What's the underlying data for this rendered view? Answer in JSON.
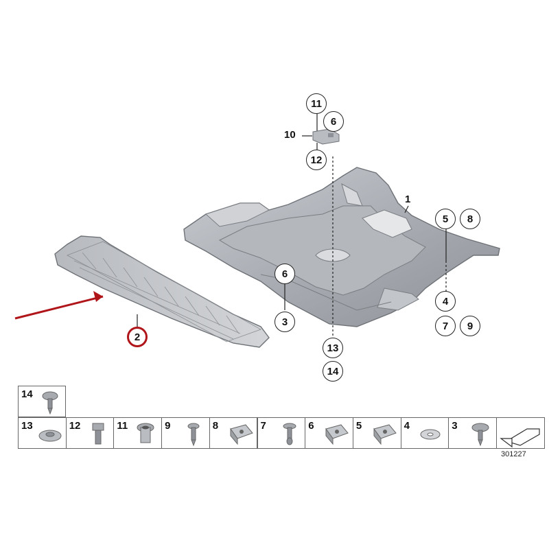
{
  "diagram": {
    "callouts": {
      "c1": "1",
      "c2": "2",
      "c3": "3",
      "c4": "4",
      "c5": "5",
      "c6a": "6",
      "c6b": "6",
      "c7": "7",
      "c8": "8",
      "c9": "9",
      "c10": "10",
      "c11": "11",
      "c12": "12",
      "c13": "13",
      "c14": "14"
    },
    "highlight_color": "#b0151a",
    "highlighted_part": "2"
  },
  "parts_table": {
    "top_row": [
      {
        "number": "14",
        "icon": "push-rivet-icon"
      }
    ],
    "bottom_row": [
      {
        "number": "13",
        "icon": "washer-disc-icon"
      },
      {
        "number": "12",
        "icon": "bolt-icon"
      },
      {
        "number": "11",
        "icon": "grommet-icon"
      },
      {
        "number": "9",
        "icon": "screw-icon"
      },
      {
        "number": "8",
        "icon": "clip-nut-icon"
      },
      {
        "number": "7",
        "icon": "expansion-rivet-icon"
      },
      {
        "number": "6",
        "icon": "clip-nut-icon"
      },
      {
        "number": "5",
        "icon": "clip-nut-icon"
      },
      {
        "number": "4",
        "icon": "washer-icon"
      },
      {
        "number": "3",
        "icon": "push-rivet-icon"
      },
      {
        "number": "",
        "icon": "arrow-direction-icon"
      }
    ]
  },
  "reference_number": "301227"
}
